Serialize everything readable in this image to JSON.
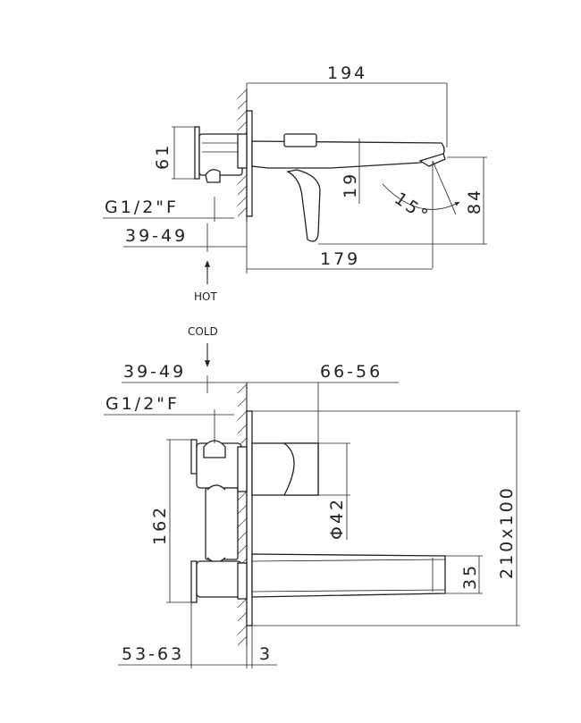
{
  "colors": {
    "line": "#222222",
    "background": "#ffffff"
  },
  "side_view": {
    "dim_194": "194",
    "dim_61": "61",
    "dim_19": "19",
    "dim_15deg": "15°",
    "dim_84": "84",
    "dim_g12f": "G1/2\"F",
    "dim_39_49": "39-49",
    "dim_179": "179",
    "label_hot": "HOT"
  },
  "front_view": {
    "label_cold": "COLD",
    "dim_39_49": "39-49",
    "dim_66_56": "66-56",
    "dim_g12f": "G1/2\"F",
    "dim_162": "162",
    "dim_phi42": "Φ42",
    "dim_35": "35",
    "dim_210x100": "210x100",
    "dim_53_63": "53-63",
    "dim_3": "3"
  }
}
